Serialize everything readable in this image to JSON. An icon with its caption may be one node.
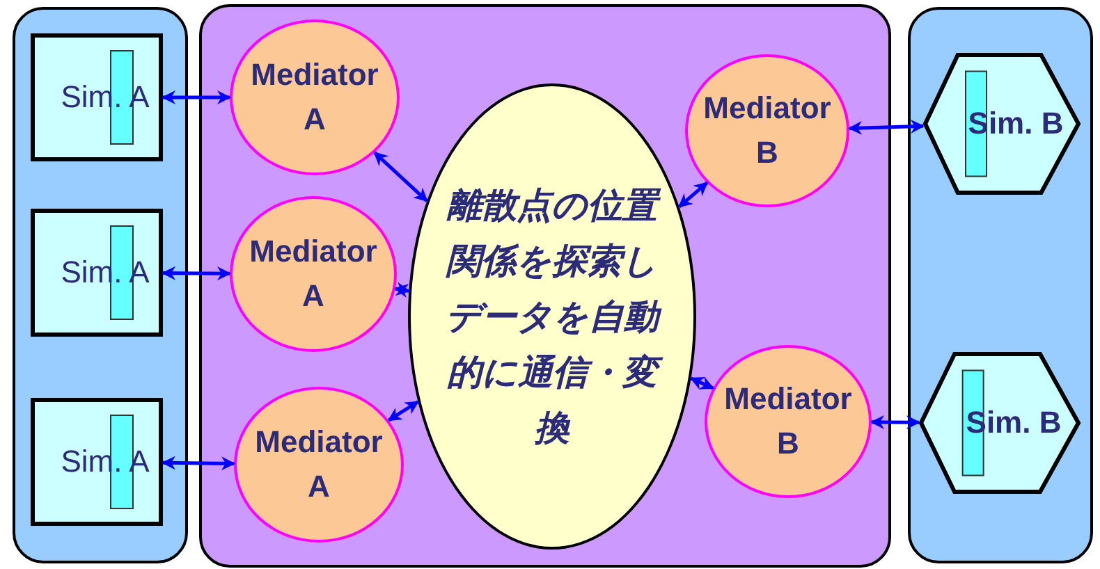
{
  "diagram": {
    "nodes": [
      {
        "text": [],
        "shape": "box"
      },
      {
        "text": [],
        "shape": "box"
      },
      {
        "text": [],
        "shape": "box"
      },
      {
        "text": [
          "Sim. A"
        ],
        "in": 0
      },
      {
        "text": [
          "Sim. A"
        ],
        "in": 0
      },
      {
        "text": [
          "Sim. A"
        ],
        "in": 0
      },
      {
        "text": [
          "Mediator A"
        ],
        "in": 1
      },
      {
        "text": [
          "Mediator A"
        ],
        "in": 1
      },
      {
        "text": [
          "Mediator A"
        ],
        "in": 1
      },
      {
        "text": [
          "離散点の位置関係を探索しデータを自動的に通信・変換"
        ],
        "in": 1
      },
      {
        "text": [
          "Mediator B"
        ],
        "in": 1
      },
      {
        "text": [
          "Mediator B"
        ],
        "in": 1
      },
      {
        "text": [
          "Sim. B"
        ],
        "in": 2
      },
      {
        "text": [
          "Sim. B"
        ],
        "in": 2
      }
    ],
    "edges": [
      {
        "from": 3,
        "to": 6,
        "arrow": "both"
      },
      {
        "from": 4,
        "to": 7,
        "arrow": "both"
      },
      {
        "from": 5,
        "to": 8,
        "arrow": "both"
      },
      {
        "from": 6,
        "to": 9,
        "arrow": "both"
      },
      {
        "from": 7,
        "to": 9,
        "arrow": "both"
      },
      {
        "from": 8,
        "to": 9,
        "arrow": "both"
      },
      {
        "from": 10,
        "to": 9,
        "arrow": "both"
      },
      {
        "from": 11,
        "to": 9,
        "arrow": "both"
      },
      {
        "from": 10,
        "to": 12,
        "arrow": "both"
      },
      {
        "from": 11,
        "to": 13,
        "arrow": "both"
      }
    ]
  }
}
